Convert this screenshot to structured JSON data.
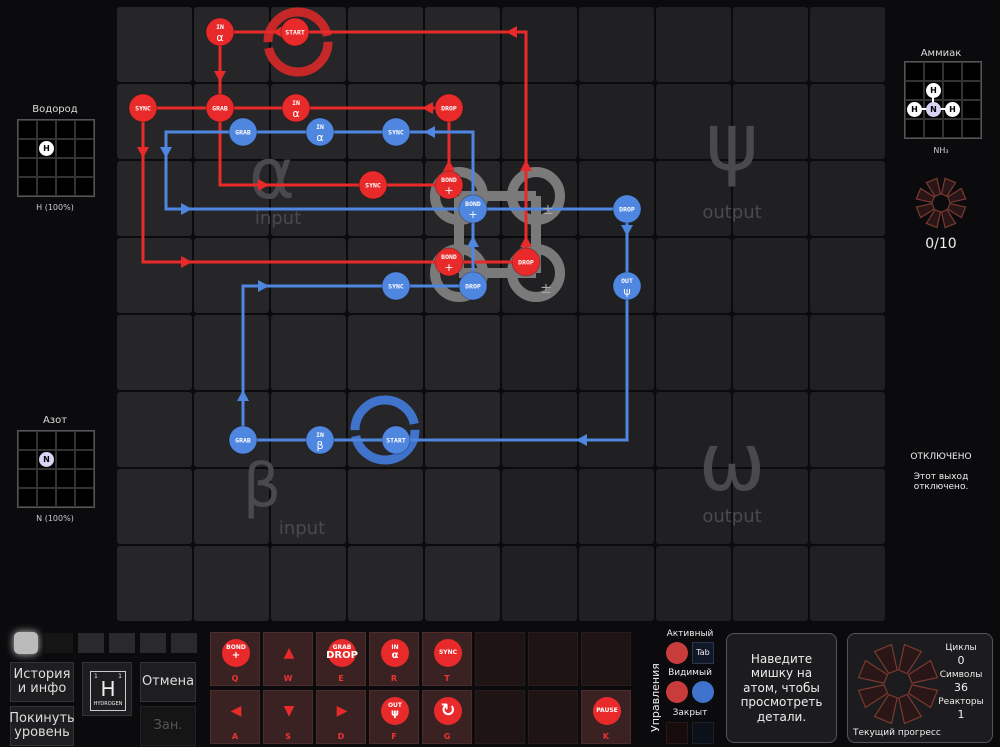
{
  "reactor": {
    "red_commands": [
      [
        "IN",
        "α"
      ],
      [
        "START",
        ""
      ],
      [
        "SYNC",
        ""
      ],
      [
        "GRAB",
        ""
      ],
      [
        "IN",
        "α"
      ],
      [
        "DROP",
        ""
      ],
      [
        "SYNC",
        ""
      ],
      [
        "BOND",
        "+"
      ],
      [
        "BOND",
        "+"
      ],
      [
        "DROP",
        ""
      ]
    ],
    "blue_commands": [
      [
        "GRAB",
        ""
      ],
      [
        "IN",
        "α"
      ],
      [
        "SYNC",
        ""
      ],
      [
        "BOND",
        "+"
      ],
      [
        "DROP",
        ""
      ],
      [
        "OUT",
        "ψ"
      ],
      [
        "SYNC",
        ""
      ],
      [
        "DROP",
        ""
      ],
      [
        "GRAB",
        ""
      ],
      [
        "IN",
        "β"
      ],
      [
        "START",
        ""
      ]
    ],
    "zones": [
      {
        "symbol": "α",
        "label": "input"
      },
      {
        "symbol": "ψ",
        "label": "output"
      },
      {
        "symbol": "β",
        "label": "input"
      },
      {
        "symbol": "ω",
        "label": "output"
      }
    ],
    "bonder_symbol": "±"
  },
  "left": {
    "inputs": [
      {
        "title": "Водород",
        "atom": "H",
        "formula": "H (100%)"
      },
      {
        "title": "Азот",
        "atom": "N",
        "formula": "N (100%)"
      }
    ]
  },
  "right": {
    "target_title": "Аммиак",
    "target_atoms": [
      "H",
      "H",
      "N",
      "H"
    ],
    "target_formula": "NH₃",
    "counter": "0/10",
    "disabled_title": "ОТКЛЮЧЕНО",
    "disabled_text": "Этот выход отключено."
  },
  "toolbar": {
    "history": "История и инфо",
    "leave": "Покинуть уровень",
    "undo": "Отмена",
    "busy": "Зан.",
    "element": {
      "symbol": "H",
      "number": "1",
      "mass": "1",
      "name": "HYDROGEN"
    },
    "keys": [
      {
        "l1": "BOND",
        "l2": "+",
        "key": "Q"
      },
      {
        "l1": "▲",
        "l2": "",
        "key": "W"
      },
      {
        "l1": "GRAB",
        "l2": "DROP",
        "key": "E"
      },
      {
        "l1": "IN",
        "l2": "α",
        "key": "R"
      },
      {
        "l1": "SYNC",
        "l2": "",
        "key": "T"
      },
      {
        "l1": "◀",
        "l2": "",
        "key": "A"
      },
      {
        "l1": "▼",
        "l2": "",
        "key": "S"
      },
      {
        "l1": "▶",
        "l2": "",
        "key": "D"
      },
      {
        "l1": "OUT",
        "l2": "ψ",
        "key": "F"
      },
      {
        "l1": "↻",
        "l2": "",
        "key": "G"
      },
      {
        "l1": "PAUSE",
        "l2": "",
        "key": "K"
      }
    ],
    "controls_label": "Управления",
    "active": "Активный",
    "tab": "Tab",
    "visible": "Видимый",
    "locked": "Закрыт",
    "hint": "Наведите мишку на атом, чтобы просмотреть детали.",
    "stats": {
      "cycles_label": "Циклы",
      "cycles": "0",
      "symbols_label": "Символы",
      "symbols": "36",
      "reactors_label": "Реакторы",
      "reactors": "1",
      "progress_label": "Текущий прогресс"
    }
  },
  "colors": {
    "red": "#e82a2a",
    "blue": "#4f86e0",
    "cell": "#242426"
  }
}
